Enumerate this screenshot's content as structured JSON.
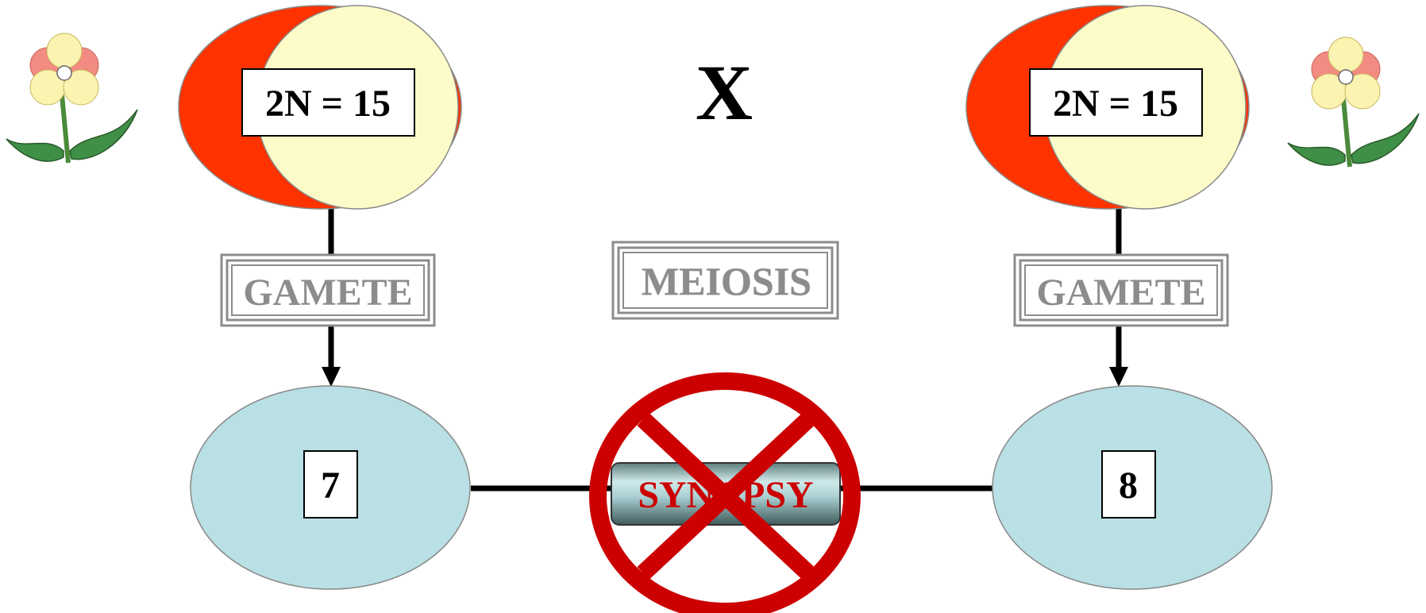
{
  "parents": {
    "left": {
      "chromosome_label": "2N = 15",
      "gamete_label": "GAMETE",
      "gamete_count": "7"
    },
    "right": {
      "chromosome_label": "2N = 15",
      "gamete_label": "GAMETE",
      "gamete_count": "8"
    }
  },
  "cross_symbol": "X",
  "process_label": "MEIOSIS",
  "pairing_label": "SYNAPSY",
  "pairing_status": "blocked",
  "colors": {
    "parent_cell_fill": "#fdfcc8",
    "parent_cell_crescent": "#ff3300",
    "gamete_cell_fill": "#b9e0e4",
    "label_gray": "#8c8c8c",
    "pairing_text": "#cc0000",
    "no_symbol": "#cc0000",
    "line": "#000000"
  },
  "icons": {
    "decoration": "flower-icon",
    "prohibition": "no-entry-icon"
  }
}
